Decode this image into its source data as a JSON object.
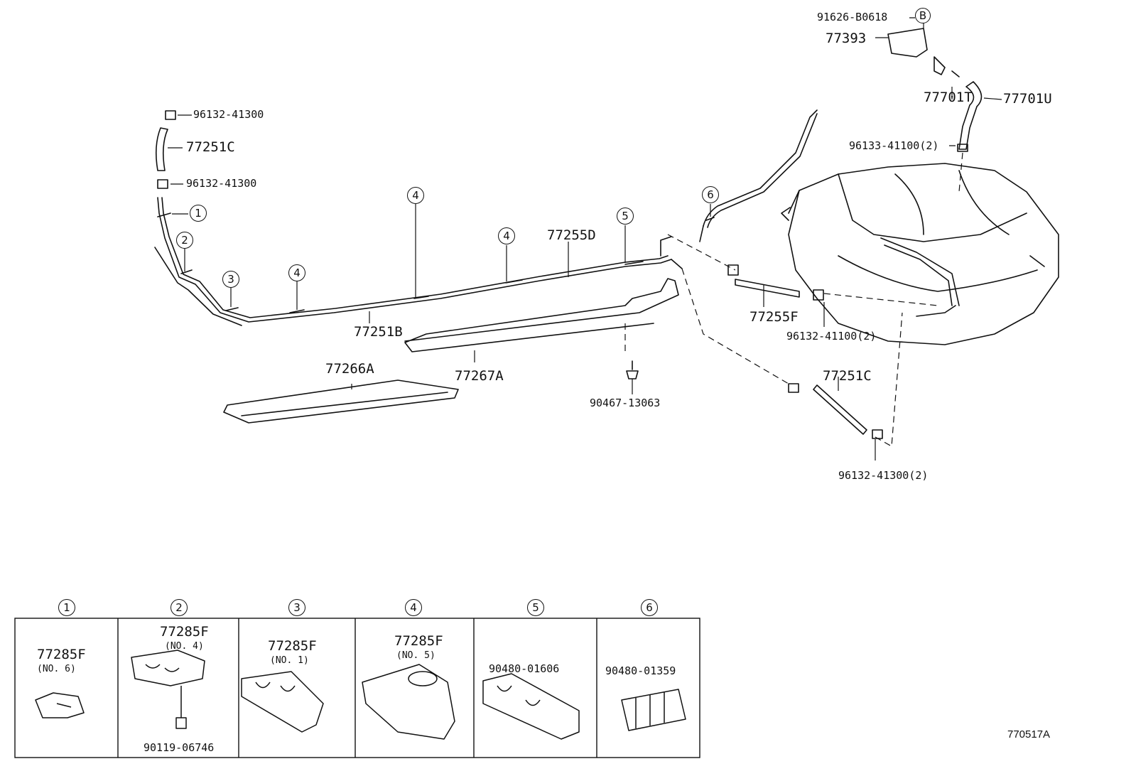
{
  "parts": {
    "p91626": "91626-B0618",
    "p77393": "77393",
    "p77701T": "77701T",
    "p77701U": "77701U",
    "p96133": "96133-41100(2)",
    "p96132a": "96132-41300",
    "p77251C_top": "77251C",
    "p96132b": "96132-41300",
    "p77255D": "77255D",
    "p77251B": "77251B",
    "p77255F": "77255F",
    "p96132_41100": "96132-41100(2)",
    "p77266A": "77266A",
    "p77267A": "77267A",
    "p90467": "90467-13063",
    "p77251C_right": "77251C",
    "p96132_41300_2": "96132-41300(2)"
  },
  "callouts": {
    "c1": "1",
    "c2": "2",
    "c3": "3",
    "c4a": "4",
    "c4b": "4",
    "c4c": "4",
    "c5": "5",
    "c6": "6",
    "cB": "B"
  },
  "detail_panels": [
    {
      "num": "1",
      "part": "77285F",
      "sub": "(NO. 6)",
      "extra": ""
    },
    {
      "num": "2",
      "part": "77285F",
      "sub": "(NO. 4)",
      "extra": "90119-06746"
    },
    {
      "num": "3",
      "part": "77285F",
      "sub": "(NO. 1)",
      "extra": ""
    },
    {
      "num": "4",
      "part": "77285F",
      "sub": "(NO. 5)",
      "extra": ""
    },
    {
      "num": "5",
      "part": "90480-01606",
      "sub": "",
      "extra": ""
    },
    {
      "num": "6",
      "part": "90480-01359",
      "sub": "",
      "extra": ""
    }
  ],
  "diagram_code": "770517A"
}
